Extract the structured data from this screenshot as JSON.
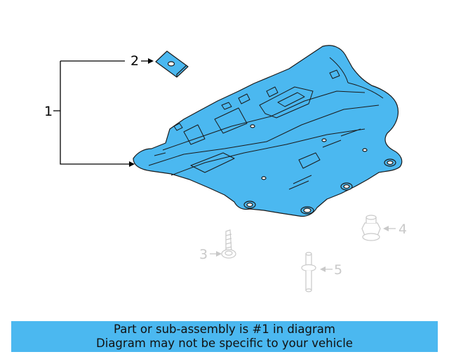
{
  "callouts": {
    "c1": "1",
    "c2": "2",
    "c3": "3",
    "c4": "4",
    "c5": "5"
  },
  "banner": {
    "line1": "Part or sub-assembly is #1 in diagram",
    "line2": "Diagram may not be specific to your vehicle"
  },
  "colors": {
    "highlight": "#4bb8f0",
    "outline": "#1a1a1a",
    "ghost": "#c9c9c9"
  }
}
